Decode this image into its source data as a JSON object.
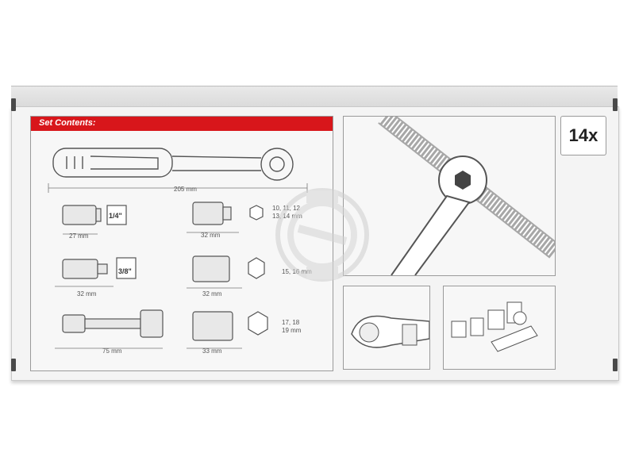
{
  "box": {
    "set_title": "Set Contents:",
    "piece_count": "14x"
  },
  "items": {
    "ratchet_length": "205 mm",
    "adapter_1_length": "27 mm",
    "adapter_1_drive": "1/4\"",
    "adapter_2_length": "32 mm",
    "adapter_2_drive": "3/8\"",
    "extension_length": "75 mm",
    "socket_row1_length": "32 mm",
    "socket_row1_sizes_a": "10, 11, 12",
    "socket_row1_sizes_b": "13, 14 mm",
    "socket_row2_length": "32 mm",
    "socket_row2_sizes": "15, 16 mm",
    "socket_row3_length": "33 mm",
    "socket_row3_sizes_a": "17, 18",
    "socket_row3_sizes_b": "19 mm"
  },
  "colors": {
    "brand_red": "#d8161b",
    "line_gray": "#6a6a6a"
  }
}
